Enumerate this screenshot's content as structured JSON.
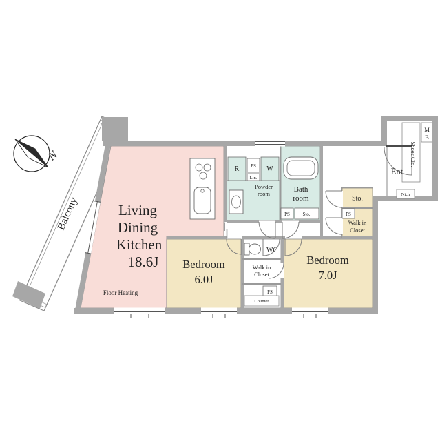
{
  "compass": {
    "north": "N"
  },
  "balcony": {
    "label": "Balcony"
  },
  "ldk": {
    "line1": "Living",
    "line2": "Dining",
    "line3": "Kitchen",
    "area": "18.6J",
    "floor_note": "Floor Heating"
  },
  "bedroom_6": {
    "name": "Bedroom",
    "area": "6.0J"
  },
  "bedroom_7": {
    "name": "Bedroom",
    "area": "7.0J"
  },
  "bath": {
    "line1": "Bath",
    "line2": "room"
  },
  "powder": {
    "line1": "Powder",
    "line2": "room"
  },
  "wc": {
    "label": "WC"
  },
  "wic_center": {
    "line1": "Walk in",
    "line2": "Closet"
  },
  "wic_right": {
    "line1": "Walk in",
    "line2": "Closet"
  },
  "storage_hall": {
    "label": "Sto."
  },
  "storage_bath": {
    "label": "Sto."
  },
  "appliances": {
    "refrigerator": "R",
    "washer": "W"
  },
  "entrance": {
    "label": "Ent."
  },
  "shoes_closet": {
    "label": "Shoes Clo."
  },
  "meter_box": {
    "line1": "M",
    "line2": "B"
  },
  "small_labels": {
    "ps": "PS",
    "lin": "Lin.",
    "counter": "Counter",
    "nich": "Nich"
  },
  "colors": {
    "ldk": "#f9ddd8",
    "bedroom": "#f3e7c3",
    "wet": "#d8ebe5",
    "wall": "#a7a7a7",
    "outline": "#777777",
    "text": "#222222"
  }
}
